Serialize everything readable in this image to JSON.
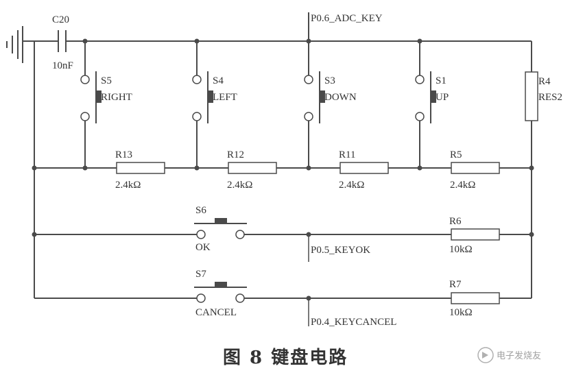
{
  "labels": {
    "c20": "C20",
    "c20_value": "10nF",
    "net_adc": "P0.6_ADC_KEY",
    "net_keyok": "P0.5_KEYOK",
    "net_keycancel": "P0.4_KEYCANCEL",
    "s5": "S5",
    "s5_name": "RIGHT",
    "s4": "S4",
    "s4_name": "LEFT",
    "s3": "S3",
    "s3_name": "DOWN",
    "s1": "S1",
    "s1_name": "UP",
    "r4": "R4",
    "r4_value": "RES2",
    "r13": "R13",
    "r13_value": "2.4kΩ",
    "r12": "R12",
    "r12_value": "2.4kΩ",
    "r11": "R11",
    "r11_value": "2.4kΩ",
    "r5": "R5",
    "r5_value": "2.4kΩ",
    "s6": "S6",
    "s6_name": "OK",
    "r6": "R6",
    "r6_value": "10kΩ",
    "s7": "S7",
    "s7_name": "CANCEL",
    "r7": "R7",
    "r7_value": "10kΩ"
  },
  "caption": "图 8 键盘电路",
  "watermark": "电子发烧友"
}
